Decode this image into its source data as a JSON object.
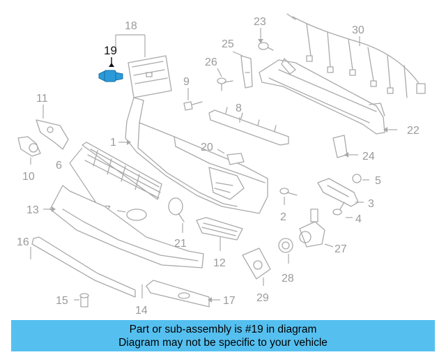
{
  "diagram": {
    "highlighted_callout": "19",
    "highlight_color": "#2b9ad8",
    "callouts": [
      "1",
      "2",
      "3",
      "4",
      "5",
      "6",
      "7",
      "8",
      "9",
      "10",
      "11",
      "12",
      "13",
      "14",
      "15",
      "16",
      "17",
      "18",
      "19",
      "20",
      "21",
      "22",
      "23",
      "24",
      "25",
      "26",
      "27",
      "28",
      "29",
      "30"
    ]
  },
  "banner": {
    "line1": "Part or sub-assembly is #19 in diagram",
    "line2": "Diagram may not be specific to your vehicle",
    "color": "#55c0f0"
  }
}
